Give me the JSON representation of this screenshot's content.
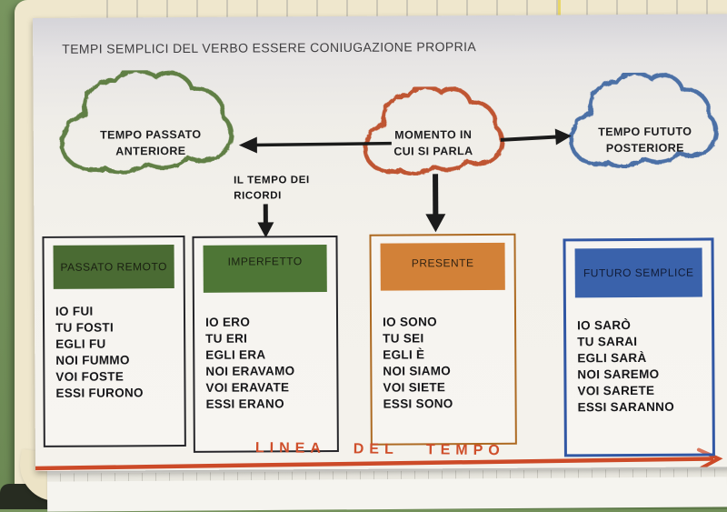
{
  "title": "TEMPI SEMPLICI DEL VERBO ESSERE CONIUGAZIONE PROPRIA",
  "clouds": {
    "past": {
      "line1": "TEMPO PASSATO",
      "line2": "ANTERIORE",
      "color": "#617f44"
    },
    "speaking": {
      "line1": "MOMENTO IN",
      "line2": "CUI SI PARLA",
      "color": "#bf5433"
    },
    "future": {
      "line1": "TEMPO FUTUTO",
      "line2": "POSTERIORE",
      "color": "#4c6fa6"
    }
  },
  "memory_note": {
    "line1": "IL TEMPO DEI",
    "line2": "RICORDI"
  },
  "boxes": [
    {
      "title": "PASSATO REMOTO",
      "header_color": "#4a6b33",
      "border_color": "#26262a",
      "forms": [
        "IO FUI",
        "TU FOSTI",
        "EGLI FU",
        "NOI FUMMO",
        "VOI FOSTE",
        "ESSI FURONO"
      ]
    },
    {
      "title": "IMPERFETTO",
      "header_color": "#4e7636",
      "border_color": "#26262a",
      "forms": [
        "IO ERO",
        "TU ERI",
        "EGLI ERA",
        "NOI ERAVAMO",
        "VOI ERAVATE",
        "ESSI ERANO"
      ]
    },
    {
      "title": "PRESENTE",
      "header_color": "#d28138",
      "border_color": "#ad6a22",
      "forms": [
        "IO SONO",
        "TU SEI",
        "EGLI È",
        "NOI SIAMO",
        "VOI SIETE",
        "ESSI SONO"
      ]
    },
    {
      "title": "FUTURO SEMPLICE",
      "header_color": "#3a62ab",
      "border_color": "#3157a4",
      "forms": [
        "IO SARÒ",
        "TU SARAI",
        "EGLI SARÀ",
        "NOI SAREMO",
        "VOI SARETE",
        "ESSI SARANNO"
      ]
    }
  ],
  "timeline": {
    "label": "LINEA DEL TEMPO",
    "color": "#cc4a28"
  }
}
